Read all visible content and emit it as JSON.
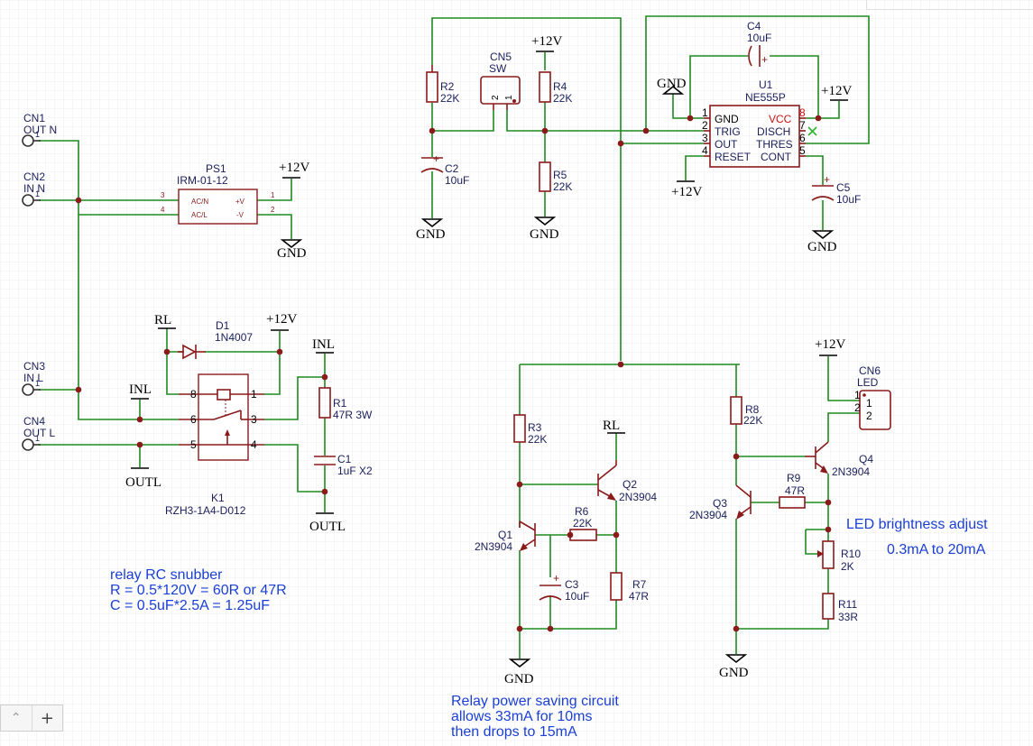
{
  "connectors": {
    "cn1": {
      "ref": "CN1",
      "name": "OUT N",
      "pin": "1"
    },
    "cn2": {
      "ref": "CN2",
      "name": "IN N",
      "pin": "1"
    },
    "cn3": {
      "ref": "CN3",
      "name": "IN L",
      "pin": "1"
    },
    "cn4": {
      "ref": "CN4",
      "name": "OUT L",
      "pin": "1"
    },
    "cn5": {
      "ref": "CN5",
      "name": "SW",
      "pin1": "1",
      "pin2": "2"
    },
    "cn6": {
      "ref": "CN6",
      "name": "LED",
      "pin1": "1",
      "pin2": "2"
    }
  },
  "ps1": {
    "ref": "PS1",
    "value": "IRM-01-12",
    "p3": "3",
    "p4": "4",
    "p1": "1",
    "p2": "2",
    "acn": "AC/N",
    "acl": "AC/L",
    "vp": "+V",
    "vn": "-V"
  },
  "relay": {
    "ref": "K1",
    "value": "RZH3-1A4-D012",
    "p8": "8",
    "p1": "1",
    "p6": "6",
    "p3": "3",
    "p5": "5",
    "p4": "4"
  },
  "diode": {
    "ref": "D1",
    "value": "1N4007"
  },
  "timer": {
    "ref": "U1",
    "value": "NE555P",
    "pins": {
      "p1": "1",
      "p2": "2",
      "p3": "3",
      "p4": "4",
      "p8": "8",
      "p7": "7",
      "p6": "6",
      "p5": "5"
    },
    "names": {
      "gnd": "GND",
      "trig": "TRIG",
      "out": "OUT",
      "reset": "RESET",
      "vcc": "VCC",
      "disch": "DISCH",
      "thres": "THRES",
      "cont": "CONT"
    }
  },
  "resistors": {
    "r1": {
      "ref": "R1",
      "value": "47R 3W"
    },
    "r2": {
      "ref": "R2",
      "value": "22K"
    },
    "r3": {
      "ref": "R3",
      "value": "22K"
    },
    "r4": {
      "ref": "R4",
      "value": "22K"
    },
    "r5": {
      "ref": "R5",
      "value": "22K"
    },
    "r6": {
      "ref": "R6",
      "value": "22K"
    },
    "r7": {
      "ref": "R7",
      "value": "47R"
    },
    "r8": {
      "ref": "R8",
      "value": "22K"
    },
    "r9": {
      "ref": "R9",
      "value": "47R"
    },
    "r10": {
      "ref": "R10",
      "value": "2K"
    },
    "r11": {
      "ref": "R11",
      "value": "33R"
    }
  },
  "capacitors": {
    "c1": {
      "ref": "C1",
      "value": "1uF X2"
    },
    "c2": {
      "ref": "C2",
      "value": "10uF"
    },
    "c3": {
      "ref": "C3",
      "value": "10uF"
    },
    "c4": {
      "ref": "C4",
      "value": "10uF"
    },
    "c5": {
      "ref": "C5",
      "value": "10uF"
    }
  },
  "transistors": {
    "q1": {
      "ref": "Q1",
      "value": "2N3904"
    },
    "q2": {
      "ref": "Q2",
      "value": "2N3904"
    },
    "q3": {
      "ref": "Q3",
      "value": "2N3904"
    },
    "q4": {
      "ref": "Q4",
      "value": "2N3904"
    }
  },
  "nets": {
    "v12": "+12V",
    "gnd": "GND",
    "rl": "RL",
    "inl": "INL",
    "outl": "OUTL"
  },
  "notes": {
    "snubber": [
      "relay RC snubber",
      "R = 0.5*120V = 60R or 47R",
      "C = 0.5uF*2.5A = 1.25uF"
    ],
    "saving": [
      "Relay power saving circuit",
      "allows 33mA for 10ms",
      "then drops to 15mA"
    ],
    "led": [
      "LED brightness adjust",
      "0.3mA to 20mA"
    ]
  },
  "zoom": {
    "collapse_icon": "chevron-up-icon",
    "add_label": "+"
  },
  "colors": {
    "wire": "#1f8a1f",
    "component": "#8b1a1a",
    "label": "#1a1f5c",
    "note": "#1a3fd6",
    "pin_name_red": "#cc1111"
  }
}
